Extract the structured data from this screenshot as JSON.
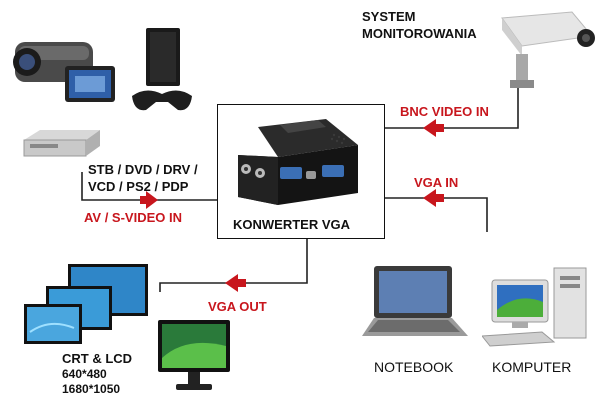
{
  "sources": {
    "label_line1": "STB / DVD / DRV /",
    "label_line2": "VCD / PS2 / PDP",
    "signal_label": "AV / S-VIDEO IN"
  },
  "monitoring": {
    "title_line1": "SYSTEM",
    "title_line2": "MONITOROWANIA",
    "signal_label": "BNC VIDEO IN"
  },
  "converter": {
    "label": "KONWERTER VGA"
  },
  "vga_in": {
    "signal_label": "VGA IN"
  },
  "vga_out": {
    "signal_label": "VGA OUT"
  },
  "displays": {
    "label_line1": "CRT & LCD",
    "label_line2": "640*480",
    "label_line3": "1680*1050"
  },
  "notebook": {
    "label": "NOTEBOOK"
  },
  "computer": {
    "label": "KOMPUTER"
  },
  "colors": {
    "signal_red": "#c8161d",
    "arrow_red": "#c8161d",
    "wire": "#222222",
    "text": "#111111"
  }
}
